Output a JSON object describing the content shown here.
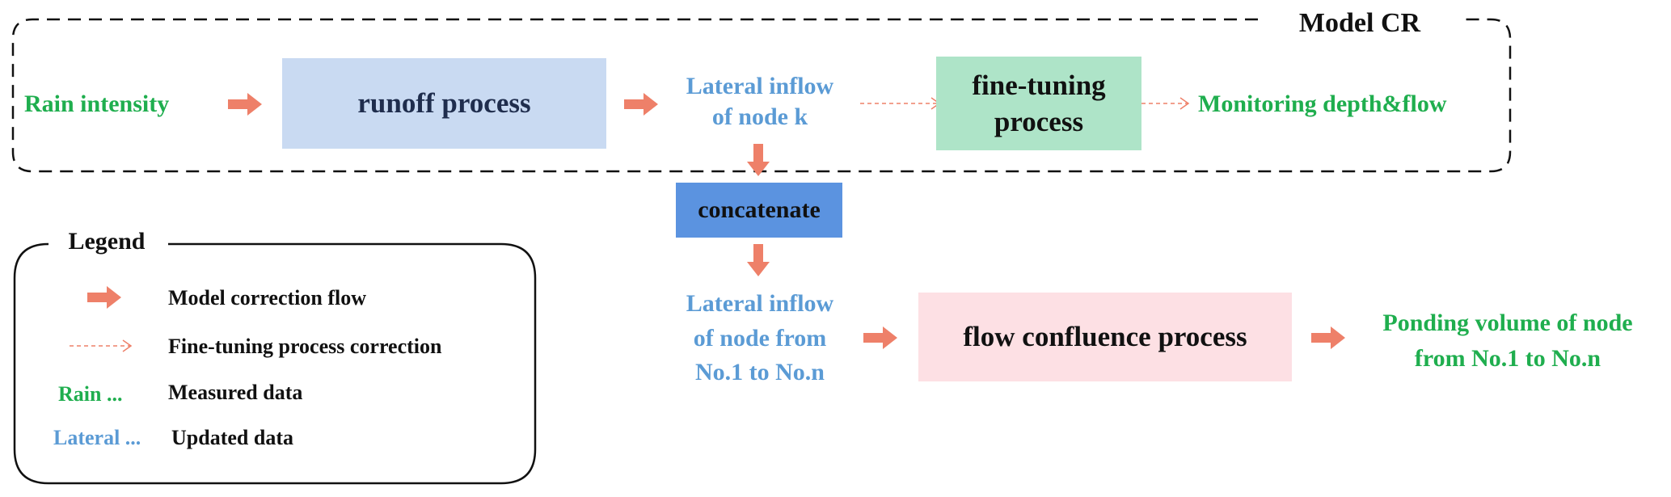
{
  "colors": {
    "measured_text": "#1fae4e",
    "updated_text": "#5b9bd5",
    "arrow": "#ee8069",
    "runoff_box": "#c9daf2",
    "finetune_box": "#aee4c8",
    "concat_box": "#5b93e0",
    "confluence_box": "#fde0e4"
  },
  "model_cr": {
    "label": "Model CR"
  },
  "nodes": {
    "rain_intensity": "Rain intensity",
    "runoff_process": "runoff process",
    "lateral_inflow_k": [
      "Lateral inflow",
      "of node k"
    ],
    "fine_tuning_process": [
      "fine-tuning",
      "process"
    ],
    "monitoring": "Monitoring depth&flow",
    "concatenate": "concatenate",
    "lateral_inflow_all": [
      "Lateral inflow",
      "of node from",
      "No.1 to No.n"
    ],
    "flow_confluence": "flow confluence process",
    "ponding_volume": [
      "Ponding volume of node",
      "from No.1 to No.n"
    ]
  },
  "legend": {
    "title": "Legend",
    "items": [
      {
        "symbol": "solid-arrow",
        "label": "Model correction flow"
      },
      {
        "symbol": "dashed-arrow",
        "label": "Fine-tuning process correction"
      },
      {
        "symbol": "Rain ...",
        "label": "Measured data"
      },
      {
        "symbol": "Lateral ...",
        "label": "Updated data"
      }
    ]
  }
}
